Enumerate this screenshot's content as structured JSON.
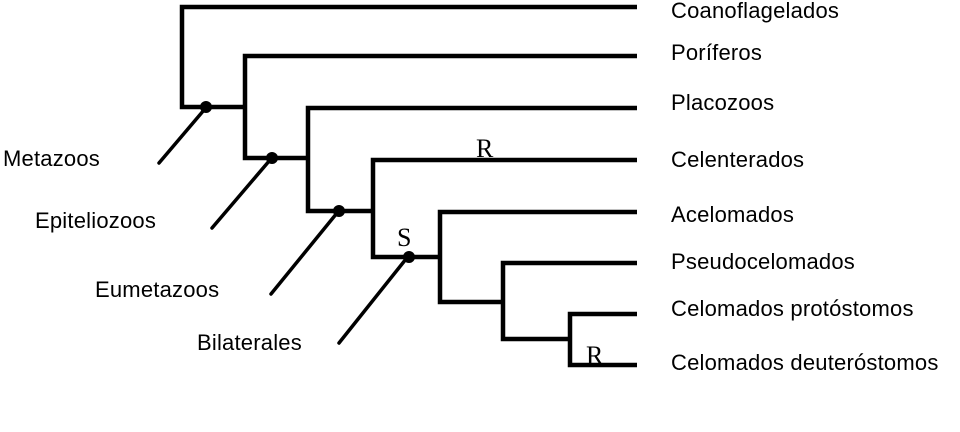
{
  "figure": {
    "type": "cladogram",
    "background_color": "#ffffff",
    "line_color": "#000000",
    "text_color": "#000000",
    "taxa": [
      "Coanoflagelados",
      "Poríferos",
      "Placozoos",
      "Celenterados",
      "Acelomados",
      "Pseudocelomados",
      "Celomados protóstomos",
      "Celomados deuteróstomos"
    ],
    "clade_labels": [
      "Metazoos",
      "Epiteliozoos",
      "Eumetazoos",
      "Bilaterales"
    ],
    "branch_markers": [
      {
        "text": "R",
        "position": "Celenterados branch"
      },
      {
        "text": "S",
        "position": "Bilaterales node"
      },
      {
        "text": "R",
        "position": "Celomados deuteróstomos branch"
      }
    ],
    "topology_note": "(Coanoflagelados,(Poríferos,(Placozoos,(Celenterados,(Acelomados,(Pseudocelomados,(Celomados protóstomos,Celomados deuteróstomos)))))))"
  }
}
